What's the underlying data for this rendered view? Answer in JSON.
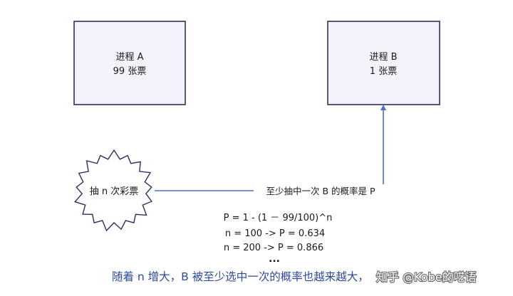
{
  "process_a": {
    "title": "进程 A",
    "tickets": "99 张票"
  },
  "process_b": {
    "title": "进程 B",
    "tickets": "1 张票"
  },
  "lottery": {
    "label": "抽 n 次彩票"
  },
  "edge_label": "至少抽中一次 B 的概率是 P",
  "formulas": [
    "P = 1 - (1  －  99/100)^n",
    "n = 100  -> P = 0.634",
    "n = 200 ->  P = 0.866",
    "..."
  ],
  "conclusion": "随着 n 增大，B 被至少选中一次的概率也越来越大，",
  "watermark": "知乎 @Kobe的呓语",
  "colors": {
    "box_fill": "#f3f3fb",
    "box_border": "#2c3060",
    "connector": "#4a72c4",
    "conclusion_text": "#2b4aa0"
  }
}
